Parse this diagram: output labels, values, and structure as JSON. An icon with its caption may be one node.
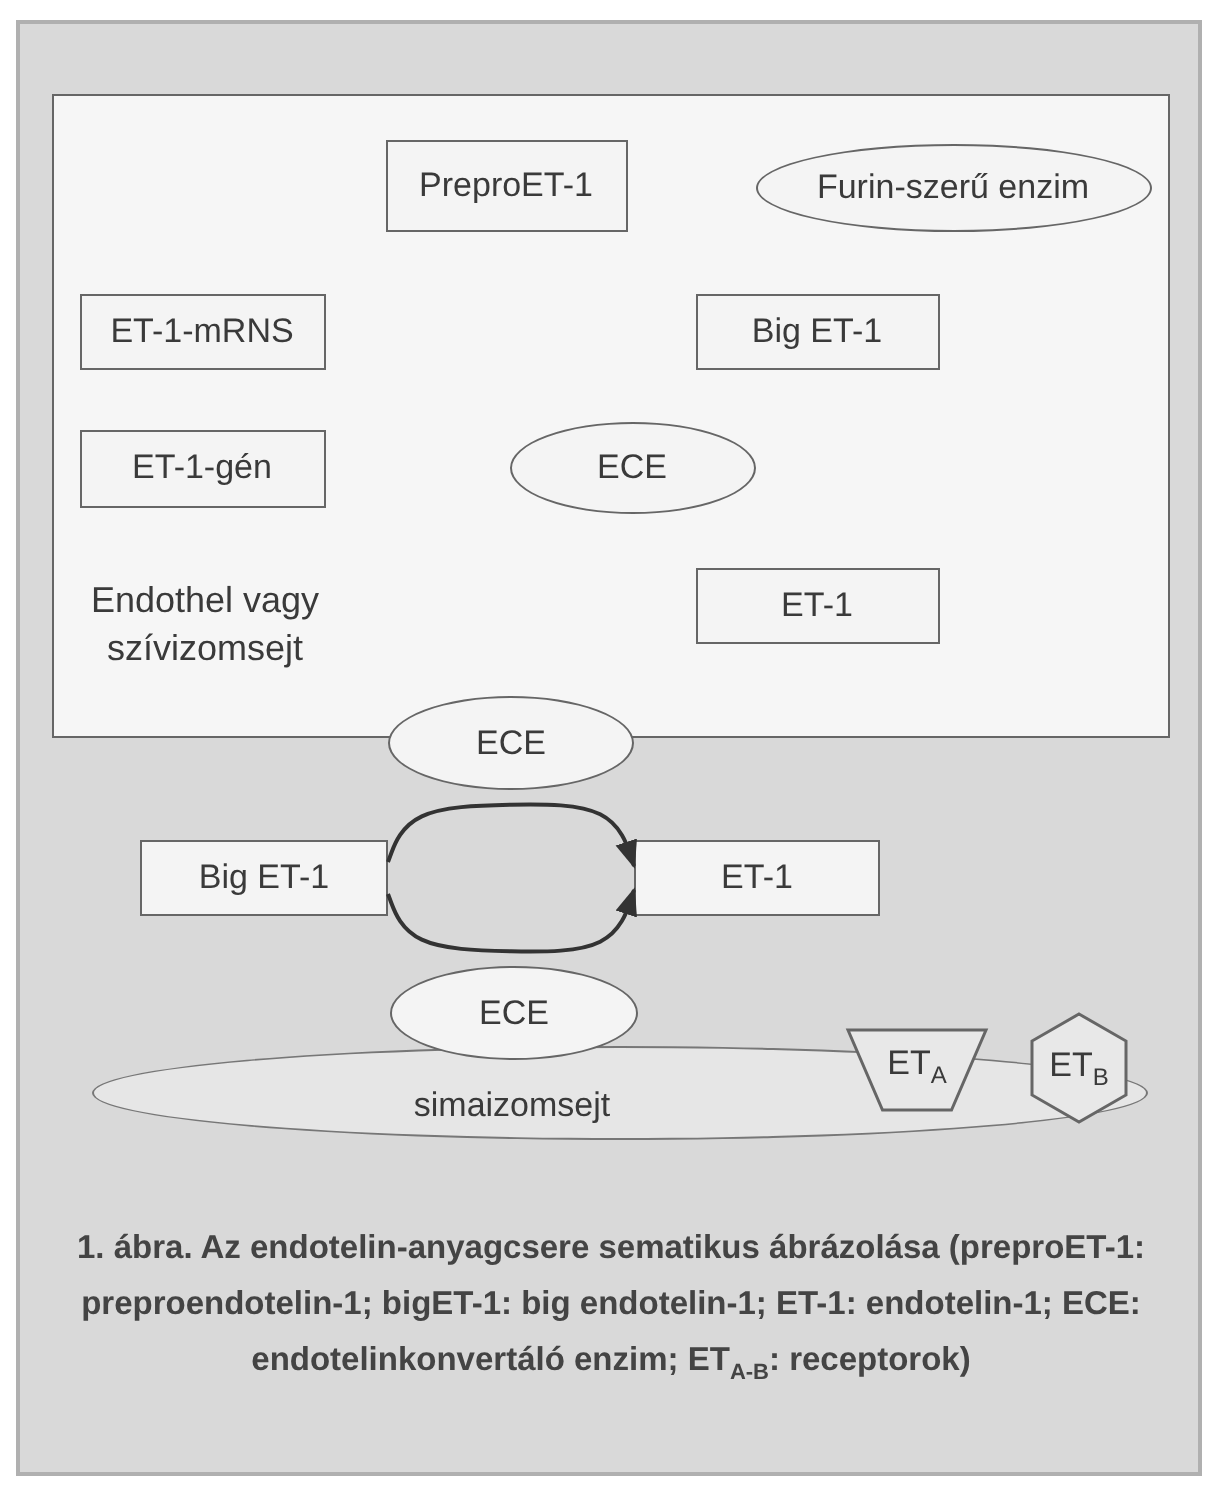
{
  "diagram": {
    "caption": "1. ábra. Az endotelin-anyagcsere sematikus ábrázolása (preproET-1: preproendotelin-1; bigET-1: big endotelin-1; ET-1: endotelin-1; ECE: endotelinkonvertáló enzim; ET$_{A-B}$: receptorok)",
    "nodes": [
      {
        "text": [
          "Endothel vagy szívizomsejt"
        ]
      },
      {
        "text": [
          "PreproET-1"
        ],
        "in": 0
      },
      {
        "text": [
          "Furin-szerű enzim"
        ],
        "in": 0
      },
      {
        "text": [
          "ET-1-mRNS"
        ],
        "in": 0
      },
      {
        "text": [
          "Big ET-1"
        ],
        "in": 0
      },
      {
        "text": [
          "ET-1-gén"
        ],
        "in": 0
      },
      {
        "text": [
          "ECE"
        ],
        "in": 0
      },
      {
        "text": [
          "ET-1"
        ],
        "in": 0
      },
      {
        "text": [
          "ECE"
        ]
      },
      {
        "text": [
          "Big ET-1"
        ]
      },
      {
        "text": [
          "ET-1"
        ]
      },
      {
        "text": [
          "ECE"
        ]
      },
      {
        "text": [
          "simaizomsejt"
        ]
      },
      {
        "text": [
          "ET$_{A}$"
        ]
      },
      {
        "text": [
          "ET$_{B}$"
        ]
      }
    ],
    "edges": [
      {
        "from": 9,
        "to": 10,
        "arrow": "to"
      },
      {
        "from": 9,
        "to": 10,
        "arrow": "to"
      }
    ]
  }
}
